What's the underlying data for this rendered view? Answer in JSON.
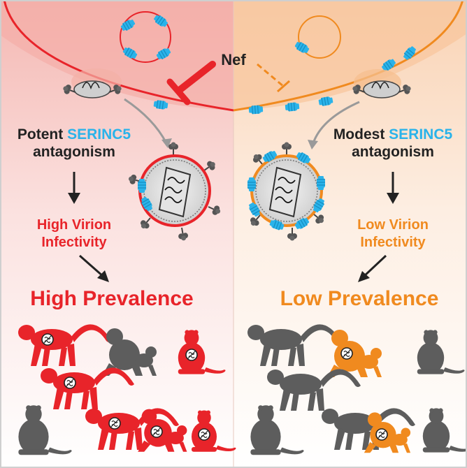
{
  "labels": {
    "nef": "Nef",
    "left_antagonism_1_a": "Potent ",
    "left_antagonism_1_b": "SERINC5",
    "left_antagonism_2": "antagonism",
    "right_antagonism_1_a": "Modest ",
    "right_antagonism_1_b": "SERINC5",
    "right_antagonism_2": "antagonism",
    "left_infectivity_1": "High Virion",
    "left_infectivity_2": "Infectivity",
    "right_infectivity_1": "Low Virion",
    "right_infectivity_2": "Infectivity",
    "left_prevalence": "High Prevalence",
    "right_prevalence": "Low Prevalence"
  },
  "colors": {
    "left_accent": "#e8242a",
    "right_accent": "#f08a1f",
    "serinc5": "#2ab3ea",
    "monkey_gray": "#5d5d5d",
    "text_dark": "#222222"
  }
}
